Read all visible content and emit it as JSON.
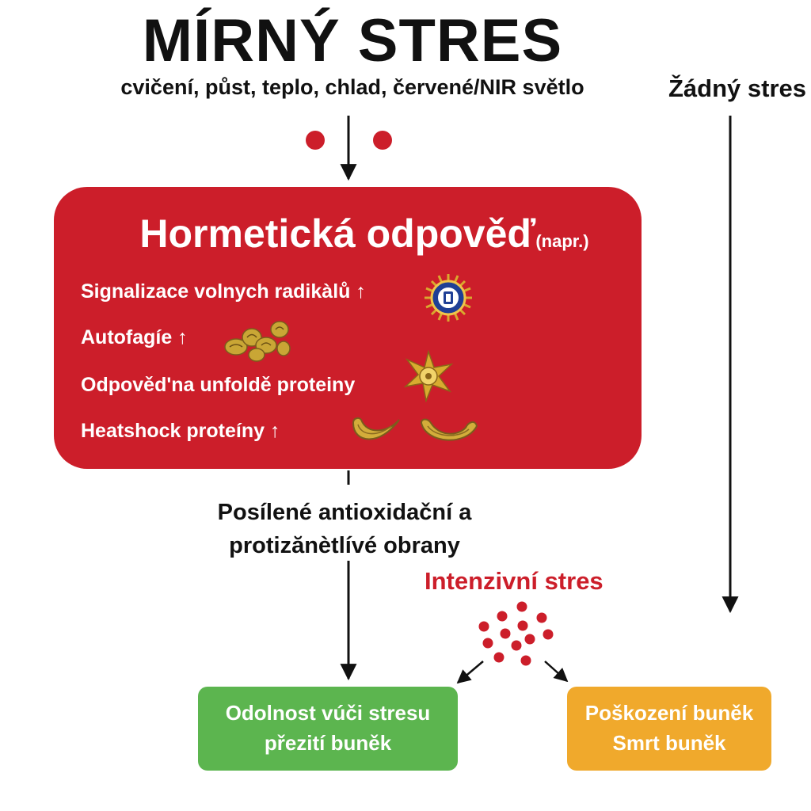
{
  "header": {
    "title": "MÍRNÝ STRES",
    "subtitle": "cvičení, půst, teplo, chlad, červené/NIR světlo",
    "no_stress": "Žádný stres"
  },
  "hormetic_box": {
    "title": "Hormetická odpověď",
    "title_note": "(napr.)",
    "items": [
      {
        "label": "Signalizace volnych radikàlů ↑",
        "icon": "radical-signaling-icon"
      },
      {
        "label": "Autofagíe ↑",
        "icon": "autophagy-icon"
      },
      {
        "label": "Odpověd'na unfoldě proteiny",
        "icon": "unfolded-protein-icon"
      },
      {
        "label": "Heatshock proteíny ↑",
        "icon": "heatshock-protein-icon"
      }
    ]
  },
  "defense": {
    "line1": "Posílené antioxidační a",
    "line2": "protizănètlívé obrany"
  },
  "intense_stress": "Intenzivní stres",
  "results": {
    "resistance": {
      "line1": "Odolnost vúči stresu",
      "line2": "přezití buněk"
    },
    "damage": {
      "line1": "Poškození buněk",
      "line2": "Smrt buněk"
    }
  },
  "colors": {
    "red": "#cc1e2a",
    "green": "#5cb54f",
    "orange": "#f0a92c",
    "gold": "#c9a635"
  }
}
